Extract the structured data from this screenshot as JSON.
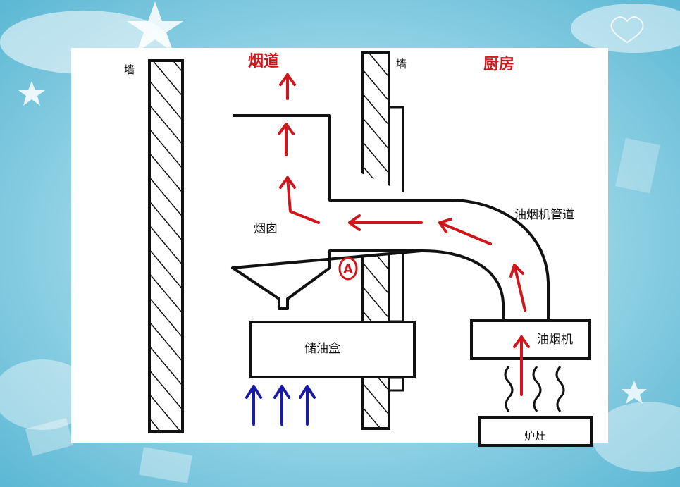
{
  "labels": {
    "wall_left": "墙",
    "wall_right": "墙",
    "flue": "烟道",
    "kitchen": "厨房",
    "chimney": "烟囱",
    "hood_duct": "油烟机管道",
    "oil_box": "储油盒",
    "range_hood": "油烟机",
    "point_a": "A",
    "stove": "炉灶"
  },
  "colors": {
    "airflow_red": "#d0161b",
    "airflow_blue": "#1a1aa8",
    "outline": "#000000",
    "background": "#8fd3e6",
    "panel": "#ffffff"
  }
}
